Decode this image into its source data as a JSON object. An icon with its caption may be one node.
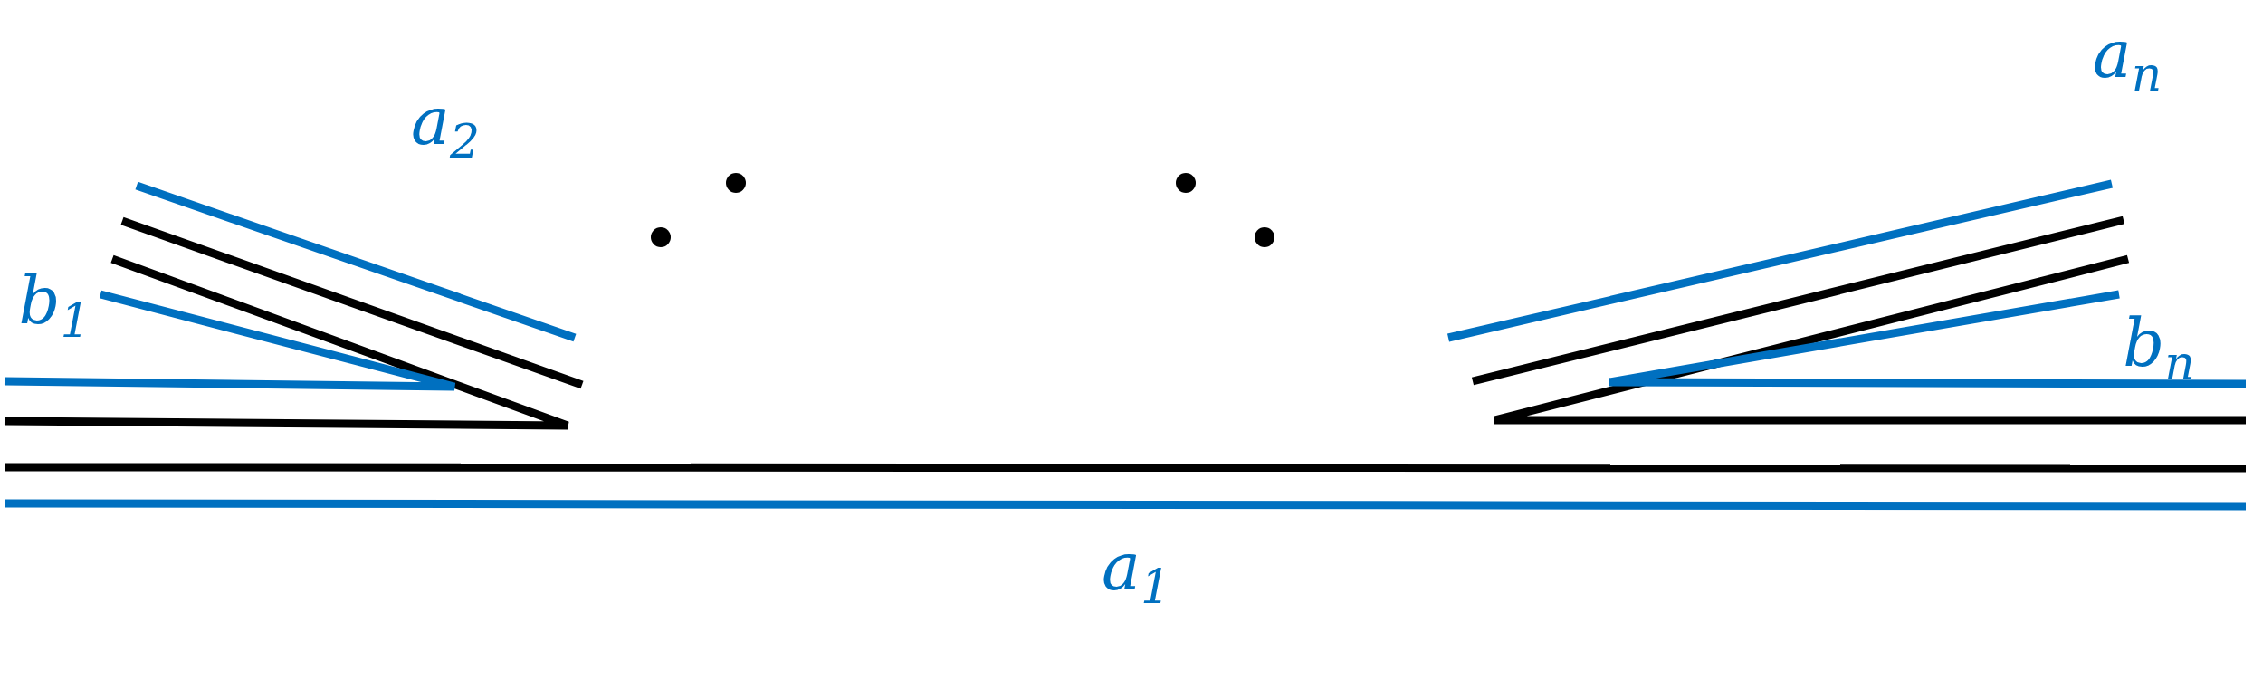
{
  "diagram": {
    "labels": [
      "a$_{2}$",
      "a$_{n}$",
      "b$_{1}$",
      "b$_{n}$",
      "a$_{1}$"
    ]
  }
}
